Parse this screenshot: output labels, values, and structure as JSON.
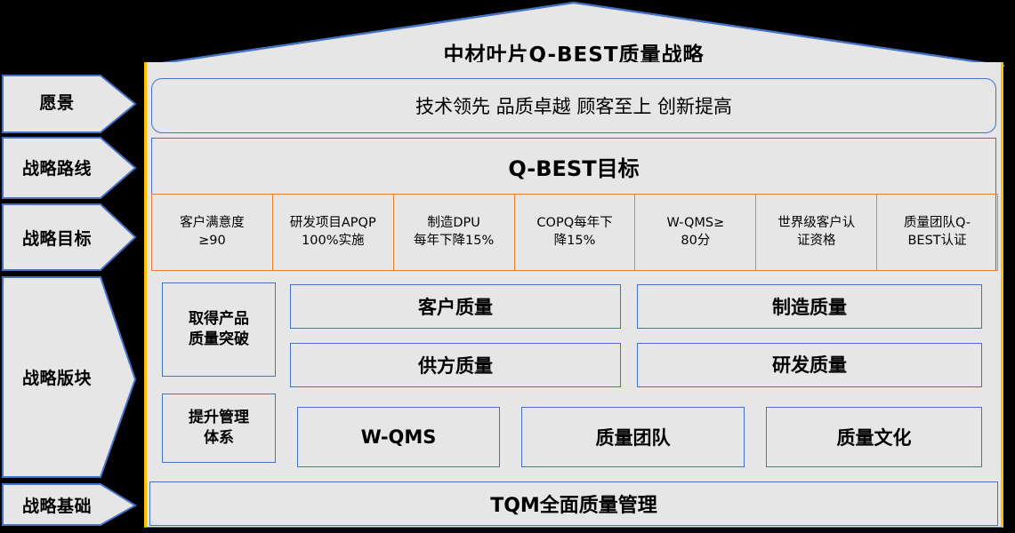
{
  "colors": {
    "panel_fill": "#E6E6E6",
    "blue_outline": "#4472C4",
    "orange_outline": "#ED7D31",
    "yellow_pillar": "#FFC000",
    "background": "#000000",
    "text": "#000000"
  },
  "roof": {
    "title": "中材叶片Q-BEST质量战略"
  },
  "sidebar": {
    "items": [
      {
        "label": "愿景"
      },
      {
        "label": "战略路线"
      },
      {
        "label": "战略目标"
      },
      {
        "label": "战略版块"
      },
      {
        "label": "战略基础"
      }
    ]
  },
  "vision": {
    "text": "技术领先   品质卓越   顾客至上   创新提高"
  },
  "goals": {
    "title": "Q-BEST目标",
    "cells": [
      "客户满意度\n≥90",
      "研发项目APQP\n100%实施",
      "制造DPU\n每年下降15%",
      "COPQ每年下\n降15%",
      "W-QMS≥\n80分",
      "世界级客户认\n证资格",
      "质量团队Q-\nBEST认证"
    ]
  },
  "blocks": {
    "breakthrough": "取得产品\n质量突破",
    "management": "提升管理\n体系",
    "customer_quality": "客户质量",
    "supplier_quality": "供方质量",
    "manufacturing_quality": "制造质量",
    "rd_quality": "研发质量",
    "wqms": "W-QMS",
    "quality_team": "质量团队",
    "quality_culture": "质量文化"
  },
  "foundation": {
    "text": "TQM全面质量管理"
  }
}
